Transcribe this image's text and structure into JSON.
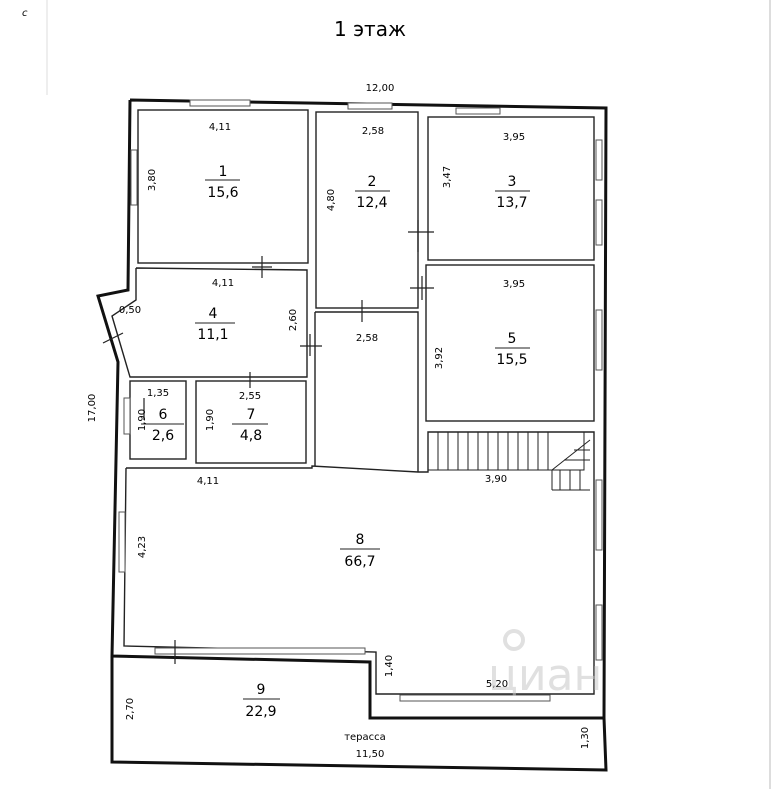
{
  "corner_mark": "c",
  "title": "1 этаж",
  "overall": {
    "width": "12,00",
    "height": "17,00"
  },
  "rooms": [
    {
      "num": "1",
      "area": "15,6"
    },
    {
      "num": "2",
      "area": "12,4"
    },
    {
      "num": "3",
      "area": "13,7"
    },
    {
      "num": "4",
      "area": "11,1"
    },
    {
      "num": "5",
      "area": "15,5"
    },
    {
      "num": "6",
      "area": "2,6"
    },
    {
      "num": "7",
      "area": "4,8"
    },
    {
      "num": "8",
      "area": "66,7"
    },
    {
      "num": "9",
      "area": "22,9"
    }
  ],
  "dims": {
    "r1_w": "4,11",
    "r1_h": "3,80",
    "r2_w": "2,58",
    "r2_h": "4,80",
    "r3_w": "3,95",
    "r3_h": "3,47",
    "r4_w": "4,11",
    "r4_h": "2,60",
    "r4_bay": "0,50",
    "hall_w": "2,58",
    "r5_w": "3,95",
    "r5_h": "3,92",
    "r6_w": "1,35",
    "r6_h": "1,90",
    "r7_w": "2,55",
    "r7_h": "1,90",
    "r8_w": "4,11",
    "r8_h": "4,23",
    "r8_w2": "3,90",
    "r8_step": "1,40",
    "r8_bottom": "5,20",
    "terrace_h": "2,70",
    "terrace_w": "11,50",
    "terrace_h2": "1,30"
  },
  "terrace_label": "терасса",
  "watermark": "циан"
}
